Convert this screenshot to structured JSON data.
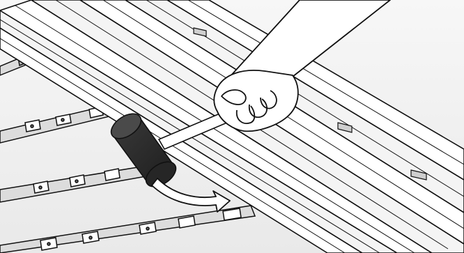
{
  "illustration": {
    "subject": "",
    "elements": [
      "deck-boards",
      "support-rails-with-clips",
      "rubber-mallet",
      "hand",
      "direction-arrow"
    ]
  },
  "colors": {
    "outline": "#111111",
    "board": "#ffffff",
    "board_shade": "#e6e6e6",
    "rail": "#d9d9d9",
    "rail_dark": "#9a9a9a",
    "ground": "#f2f2f2",
    "mallet_head": "#2e2e2e",
    "mallet_face": "#4a4a4a",
    "arrow": "#ffffff"
  }
}
